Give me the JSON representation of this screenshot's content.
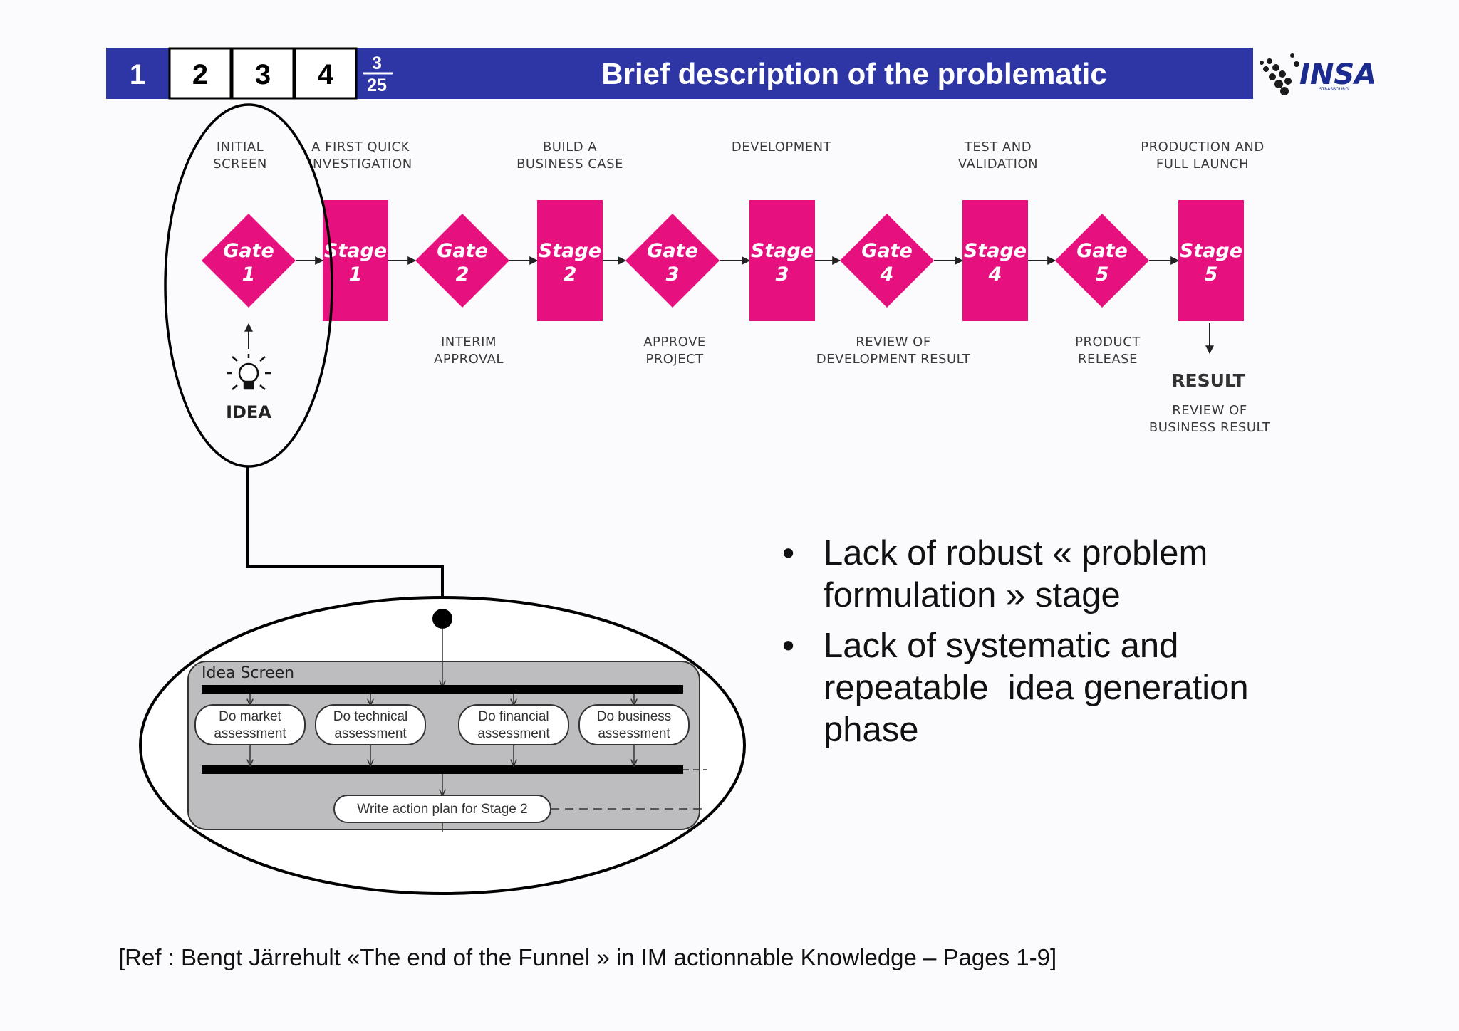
{
  "header": {
    "tabs": [
      "1",
      "2",
      "3",
      "4"
    ],
    "page_current": "3",
    "page_total": "25",
    "title": "Brief description of the problematic",
    "logo_text": "INSA",
    "logo_subtext": "STRASBOURG",
    "bar_color": "#2e35a5"
  },
  "process": {
    "accent_color": "#e6117f",
    "top_labels": [
      [
        "INITIAL",
        "SCREEN"
      ],
      [
        "A FIRST QUICK",
        "INVESTIGATION"
      ],
      [
        "BUILD A",
        "BUSINESS CASE"
      ],
      [
        "DEVELOPMENT"
      ],
      [
        "TEST AND",
        "VALIDATION"
      ],
      [
        "PRODUCTION AND",
        "FULL LAUNCH"
      ]
    ],
    "shapes": [
      {
        "kind": "gate",
        "word": "Gate",
        "num": "1"
      },
      {
        "kind": "stage",
        "word": "Stage",
        "num": "1"
      },
      {
        "kind": "gate",
        "word": "Gate",
        "num": "2"
      },
      {
        "kind": "stage",
        "word": "Stage",
        "num": "2"
      },
      {
        "kind": "gate",
        "word": "Gate",
        "num": "3"
      },
      {
        "kind": "stage",
        "word": "Stage",
        "num": "3"
      },
      {
        "kind": "gate",
        "word": "Gate",
        "num": "4"
      },
      {
        "kind": "stage",
        "word": "Stage",
        "num": "4"
      },
      {
        "kind": "gate",
        "word": "Gate",
        "num": "5"
      },
      {
        "kind": "stage",
        "word": "Stage",
        "num": "5"
      }
    ],
    "bottom_labels": [
      [
        "INTERIM",
        "APPROVAL"
      ],
      [
        "APPROVE",
        "PROJECT"
      ],
      [
        "REVIEW OF",
        "DEVELOPMENT RESULT"
      ],
      [
        "PRODUCT",
        "RELEASE"
      ]
    ],
    "idea_label": "IDEA",
    "result_label": "RESULT",
    "result_sub": [
      "REVIEW OF",
      "BUSINESS RESULT"
    ]
  },
  "idea_screen": {
    "title": "Idea Screen",
    "activities": [
      [
        "Do market",
        "assessment"
      ],
      [
        "Do technical",
        "assessment"
      ],
      [
        "Do financial",
        "assessment"
      ],
      [
        "Do business",
        "assessment"
      ]
    ],
    "action_plan": "Write action plan for Stage 2"
  },
  "bullets": [
    [
      "Lack of robust « problem",
      "formulation » stage"
    ],
    [
      "Lack of systematic and",
      "repeatable  idea generation",
      "phase"
    ]
  ],
  "reference": "[Ref : Bengt Järrehult «The end of the Funnel » in IM actionnable Knowledge – Pages 1-9]"
}
